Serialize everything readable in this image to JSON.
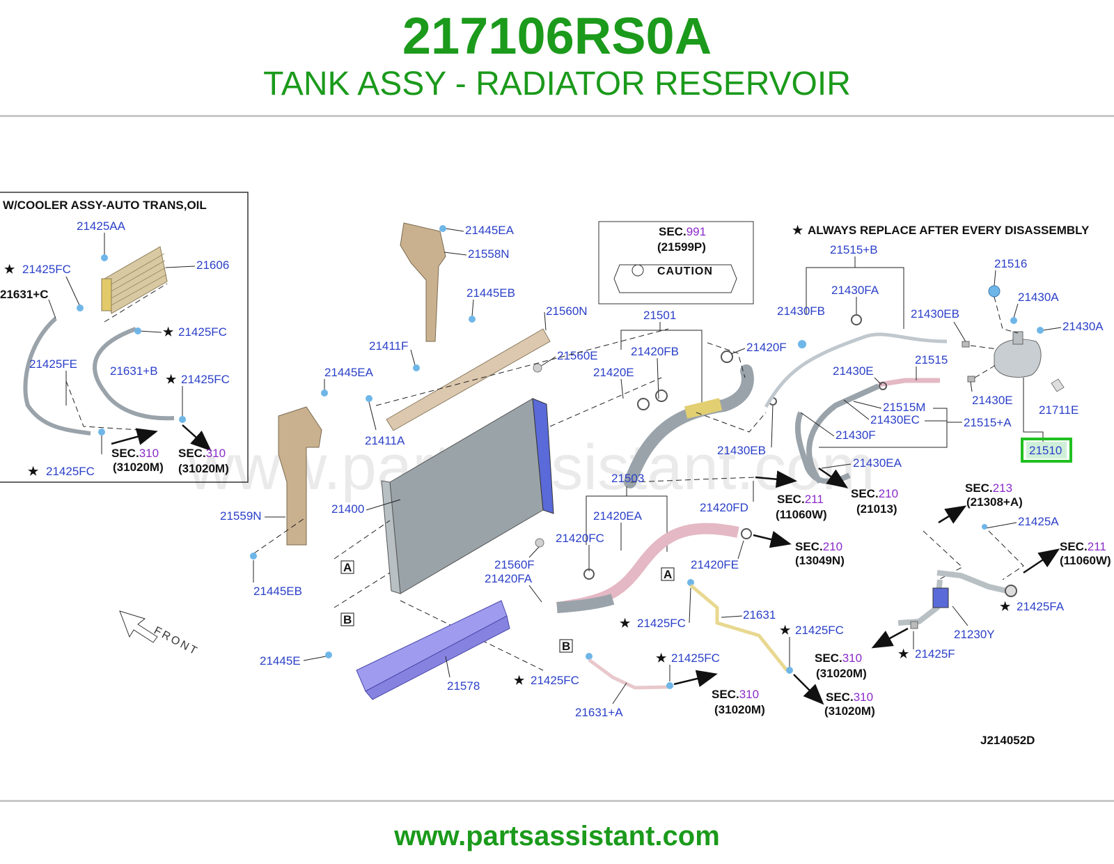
{
  "header": {
    "part_number": "217106RS0A",
    "description": "TANK ASSY - RADIATOR RESERVOIR"
  },
  "watermark": "www.partsassistant.com",
  "footer": {
    "url": "www.partsassistant.com"
  },
  "diagram": {
    "drawing_code": "J214052D",
    "note": "ALWAYS REPLACE AFTER EVERY DISASSEMBLY",
    "inset_title": "W/COOLER ASSY-AUTO TRANS,OIL",
    "front_label": "FRONT",
    "highlight_part": "21510",
    "caution_box": {
      "sec_prefix": "SEC.",
      "sec_num": "991",
      "ref": "(21599P)",
      "caution": "CAUTION"
    },
    "callouts": {
      "c21425AA": "21425AA",
      "c21425FC_a": "21425FC",
      "c21606": "21606",
      "c21631C": "21631+C",
      "c21425FC_b": "21425FC",
      "c21425FE": "21425FE",
      "c21631B": "21631+B",
      "c21425FC_c": "21425FC",
      "c21425FC_d": "21425FC",
      "c21445EA_a": "21445EA",
      "c21558N": "21558N",
      "c21445EB_a": "21445EB",
      "c21560N": "21560N",
      "c21411F": "21411F",
      "c21560E": "21560E",
      "c21445EA_b": "21445EA",
      "c21411A": "21411A",
      "c21400": "21400",
      "c21559N": "21559N",
      "c21445EB_b": "21445EB",
      "c21560F": "21560F",
      "c21420FA": "21420FA",
      "c21445E": "21445E",
      "c21578": "21578",
      "c21501": "21501",
      "c21420FB": "21420FB",
      "c21420E": "21420E",
      "c21420F": "21420F",
      "c21430EB_a": "21430EB",
      "c21420FD": "21420FD",
      "c21503": "21503",
      "c21420EA": "21420EA",
      "c21420FC": "21420FC",
      "c21420FE": "21420FE",
      "c21425FC_e": "21425FC",
      "c21631": "21631",
      "c21425FC_f": "21425FC",
      "c21425FC_g": "21425FC",
      "c21425FC_h": "21425FC",
      "c21631A": "21631+A",
      "c21515B": "21515+B",
      "c21430FA": "21430FA",
      "c21430FB": "21430FB",
      "c21430EB_b": "21430EB",
      "c21516": "21516",
      "c21430A_a": "21430A",
      "c21430A_b": "21430A",
      "c21515": "21515",
      "c21430E_a": "21430E",
      "c21430E_b": "21430E",
      "c21515M": "21515M",
      "c21430EC": "21430EC",
      "c21515A": "21515+A",
      "c21430F": "21430F",
      "c21711E": "21711E",
      "c21430EA": "21430EA",
      "c21425A": "21425A",
      "c21425FA": "21425FA",
      "c21230Y": "21230Y",
      "c21425F": "21425F"
    },
    "sec_refs": {
      "s1": {
        "prefix": "SEC.",
        "num": "310",
        "ref": "(31020M)"
      },
      "s2": {
        "prefix": "SEC.",
        "num": "310",
        "ref": "(31020M)"
      },
      "s3": {
        "prefix": "SEC.",
        "num": "211",
        "ref": "(11060W)"
      },
      "s4": {
        "prefix": "SEC.",
        "num": "210",
        "ref": "(21013)"
      },
      "s5": {
        "prefix": "SEC.",
        "num": "210",
        "ref": "(13049N)"
      },
      "s6": {
        "prefix": "SEC.",
        "num": "213",
        "ref": "(21308+A)"
      },
      "s7": {
        "prefix": "SEC.",
        "num": "211",
        "ref": "(11060W)"
      },
      "s8": {
        "prefix": "SEC.",
        "num": "310",
        "ref": "(31020M)"
      },
      "s9": {
        "prefix": "SEC.",
        "num": "310",
        "ref": "(31020M)"
      },
      "s10": {
        "prefix": "SEC.",
        "num": "310",
        "ref": "(31020M)"
      }
    },
    "view_markers": {
      "a1": "A",
      "b1": "B",
      "a2": "A",
      "b2": "B"
    },
    "star_symbol": "★"
  }
}
